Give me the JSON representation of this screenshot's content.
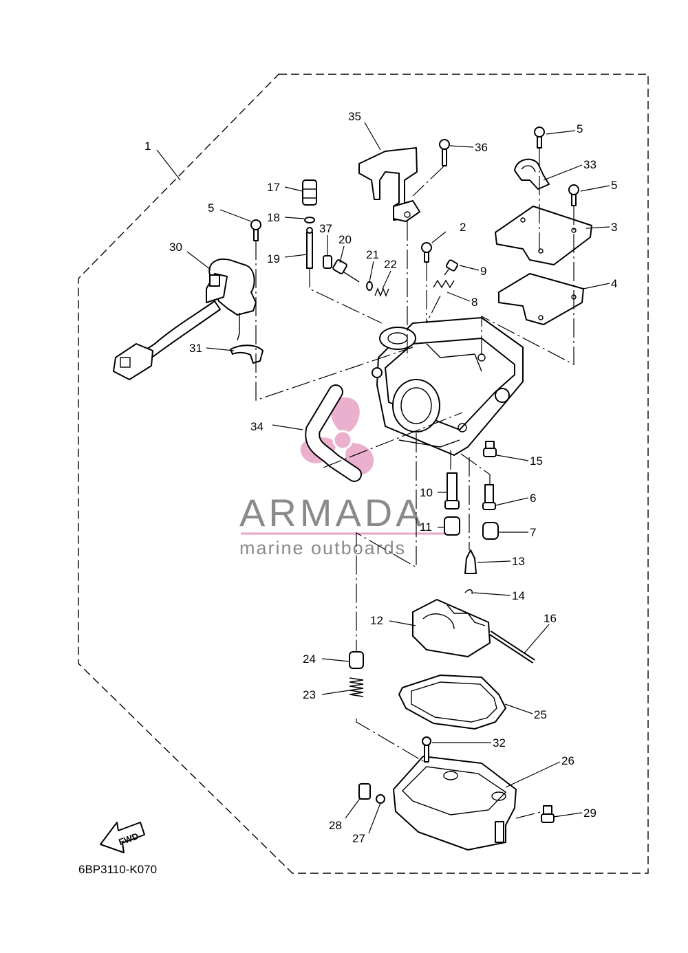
{
  "diagram_code": "6BP3110-K070",
  "fwd_label": "FWD",
  "watermark": {
    "brand": "ARMADA",
    "tagline": "marine outboards",
    "brand_color": "#8a8a8a",
    "logo_color": "#e8a3c6"
  },
  "callouts": [
    {
      "id": "c1",
      "text": "1"
    },
    {
      "id": "c2",
      "text": "2"
    },
    {
      "id": "c3",
      "text": "3"
    },
    {
      "id": "c4",
      "text": "4"
    },
    {
      "id": "c5a",
      "text": "5"
    },
    {
      "id": "c5b",
      "text": "5"
    },
    {
      "id": "c5c",
      "text": "5"
    },
    {
      "id": "c6",
      "text": "6"
    },
    {
      "id": "c7",
      "text": "7"
    },
    {
      "id": "c8",
      "text": "8"
    },
    {
      "id": "c9",
      "text": "9"
    },
    {
      "id": "c10",
      "text": "10"
    },
    {
      "id": "c11",
      "text": "11"
    },
    {
      "id": "c12",
      "text": "12"
    },
    {
      "id": "c13",
      "text": "13"
    },
    {
      "id": "c14",
      "text": "14"
    },
    {
      "id": "c15",
      "text": "15"
    },
    {
      "id": "c16",
      "text": "16"
    },
    {
      "id": "c17",
      "text": "17"
    },
    {
      "id": "c18",
      "text": "18"
    },
    {
      "id": "c19",
      "text": "19"
    },
    {
      "id": "c20",
      "text": "20"
    },
    {
      "id": "c21",
      "text": "21"
    },
    {
      "id": "c22",
      "text": "22"
    },
    {
      "id": "c23",
      "text": "23"
    },
    {
      "id": "c24",
      "text": "24"
    },
    {
      "id": "c25",
      "text": "25"
    },
    {
      "id": "c26",
      "text": "26"
    },
    {
      "id": "c27",
      "text": "27"
    },
    {
      "id": "c28",
      "text": "28"
    },
    {
      "id": "c29",
      "text": "29"
    },
    {
      "id": "c30",
      "text": "30"
    },
    {
      "id": "c31",
      "text": "31"
    },
    {
      "id": "c32",
      "text": "32"
    },
    {
      "id": "c33",
      "text": "33"
    },
    {
      "id": "c34",
      "text": "34"
    },
    {
      "id": "c35",
      "text": "35"
    },
    {
      "id": "c36",
      "text": "36"
    },
    {
      "id": "c37",
      "text": "37"
    }
  ]
}
